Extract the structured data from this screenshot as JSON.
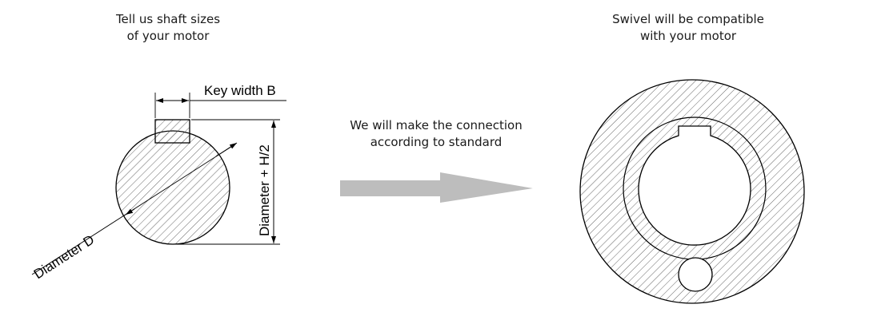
{
  "left_caption": {
    "line1": "Tell us shaft sizes",
    "line2": "of your motor"
  },
  "middle_caption": {
    "line1": "We will make the connection",
    "line2": "according to standard"
  },
  "right_caption": {
    "line1": "Swivel will be compatible",
    "line2": "with your motor"
  },
  "labels": {
    "key_width": "Key width B",
    "diameter_h": "Diameter + H/2",
    "diameter_d": "Diameter D"
  },
  "arrow": {
    "direction": "right",
    "color": "#bdbdbd"
  },
  "icons": [
    "shaft-cross-section-icon",
    "arrow-right-icon",
    "swivel-coupling-icon"
  ]
}
